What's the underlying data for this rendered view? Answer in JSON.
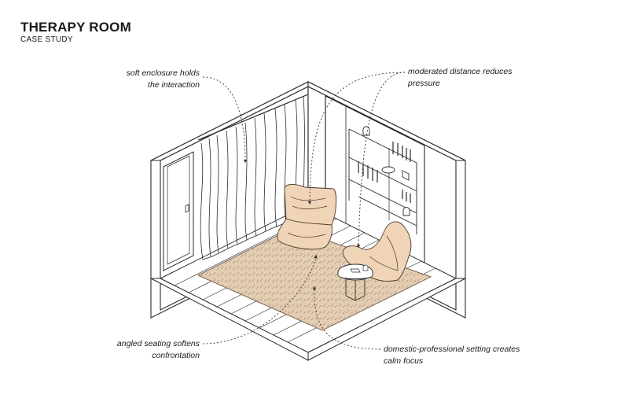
{
  "header": {
    "title": "THERAPY ROOM",
    "subtitle": "CASE STUDY"
  },
  "annotations": [
    {
      "id": "enclosure",
      "lines": [
        "soft enclosure holds",
        "the interaction"
      ]
    },
    {
      "id": "distance",
      "lines": [
        "moderated distance reduces",
        "pressure"
      ]
    },
    {
      "id": "seating",
      "lines": [
        "angled seating softens",
        "confrontation"
      ]
    },
    {
      "id": "setting",
      "lines": [
        "domestic-professional setting creates",
        "calm focus"
      ]
    }
  ],
  "colors": {
    "line": "#2a2a2a",
    "rug": "#e3cdb3",
    "rug_pattern": "#b89c7e",
    "chair": "#efd4b8",
    "chair_stroke": "#4a3a2c",
    "leader": "#333333"
  }
}
